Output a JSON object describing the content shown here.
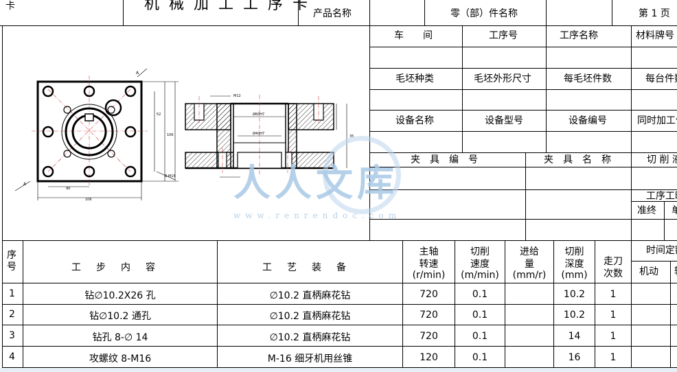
{
  "header": {
    "left_mark": "卡",
    "card_title": "机械加工工序卡",
    "product_name_label": "产品名称",
    "part_name_label": "零（部）件名称",
    "page_label": "第 1 页"
  },
  "info_rows": {
    "row1": [
      "车　　间",
      "工序号",
      "工序名称",
      "材料牌号"
    ],
    "row2": [
      "毛坯种类",
      "毛坯外形尺寸",
      "每毛坯件数",
      "每台件数"
    ],
    "row3": [
      "设备名称",
      "设备型号",
      "设备编号",
      "同时加工件数"
    ],
    "fixture": [
      "夹　具　编　号",
      "夹　具　名　称",
      "切 削 液"
    ],
    "work_hours_label": "工序工时",
    "prep_label": "准终",
    "single_label": "单件"
  },
  "table": {
    "headers": {
      "seq": "序号",
      "step": "工　步　内　容",
      "equipment": "工　艺　装　备",
      "spindle": [
        "主轴",
        "转速",
        "(r/min)"
      ],
      "cut_speed": [
        "切削",
        "速度",
        "(m/min)"
      ],
      "feed": [
        "进给",
        "量",
        "(mm/r)"
      ],
      "depth": [
        "切削",
        "深度",
        "(mm)"
      ],
      "passes": [
        "走刀",
        "次数"
      ],
      "time_quota": "时间定额",
      "machine": "机动",
      "aux": "辅助"
    },
    "rows": [
      {
        "seq": "1",
        "step": "钻∅10.2X26 孔",
        "equipment": "∅10.2 直柄麻花钻",
        "spindle": "720",
        "speed": "0.1",
        "feed": "",
        "depth": "10.2",
        "passes": "1"
      },
      {
        "seq": "2",
        "step": "钻∅10.2 通孔",
        "equipment": "∅10.2 直柄麻花钻",
        "spindle": "720",
        "speed": "0.1",
        "feed": "",
        "depth": "10.2",
        "passes": "1"
      },
      {
        "seq": "3",
        "step": "钻孔 8-∅ 14",
        "equipment": "∅10.2 直柄麻花钻",
        "spindle": "720",
        "speed": "0.1",
        "feed": "",
        "depth": "14",
        "passes": "1"
      },
      {
        "seq": "4",
        "step": "攻螺纹 8-M16",
        "equipment": "M-16 细牙机用丝锥",
        "spindle": "120",
        "speed": "0.1",
        "feed": "",
        "depth": "16",
        "passes": "1"
      }
    ]
  },
  "watermark": {
    "text": "人人文库",
    "url": "www.renrendoc.com"
  },
  "drawing_labels": {
    "section_a1": "A",
    "section_a2": "A",
    "dim_width": "106",
    "dim_inner": "90",
    "dim_height": "106",
    "dim_side": "52",
    "thread_label": "8-M16",
    "bore_label": "Ø40H7",
    "bore2_label": "Ø60H7",
    "side_dim": "M12",
    "depth_dim": "35"
  },
  "colors": {
    "line": "#000000",
    "watermark": "#a9c9e6",
    "centerline": "#d04040"
  }
}
